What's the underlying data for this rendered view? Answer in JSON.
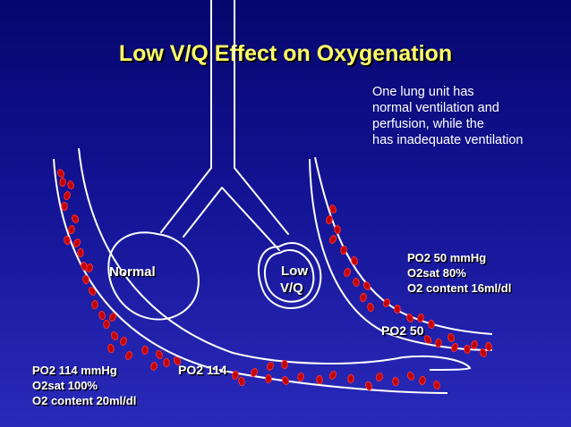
{
  "title": "Low V/Q Effect on Oxygenation",
  "note": {
    "lines": [
      "One lung unit has",
      "normal ventilation and",
      "perfusion, while the",
      "has inadequate ventilation"
    ]
  },
  "units": {
    "normal": {
      "label": "Normal"
    },
    "low": {
      "line1": "Low",
      "line2": "V/Q"
    }
  },
  "vessel_labels": {
    "low_unit_po2": "PO2 50",
    "normal_unit_po2": "PO2 114"
  },
  "low_unit_stats": {
    "po2": "PO2 50 mmHg",
    "o2sat": "O2sat 80%",
    "o2content": "O2 content 16ml/dl"
  },
  "normal_unit_stats": {
    "po2": "PO2 114 mmHg",
    "o2sat": "O2sat 100%",
    "o2content": "O2 content 20ml/dl"
  },
  "colors": {
    "background": "#131394",
    "title": "#ffff66",
    "rbc_fill": "#c00000",
    "rbc_edge": "#ff3030",
    "outline": "#ffffff"
  }
}
